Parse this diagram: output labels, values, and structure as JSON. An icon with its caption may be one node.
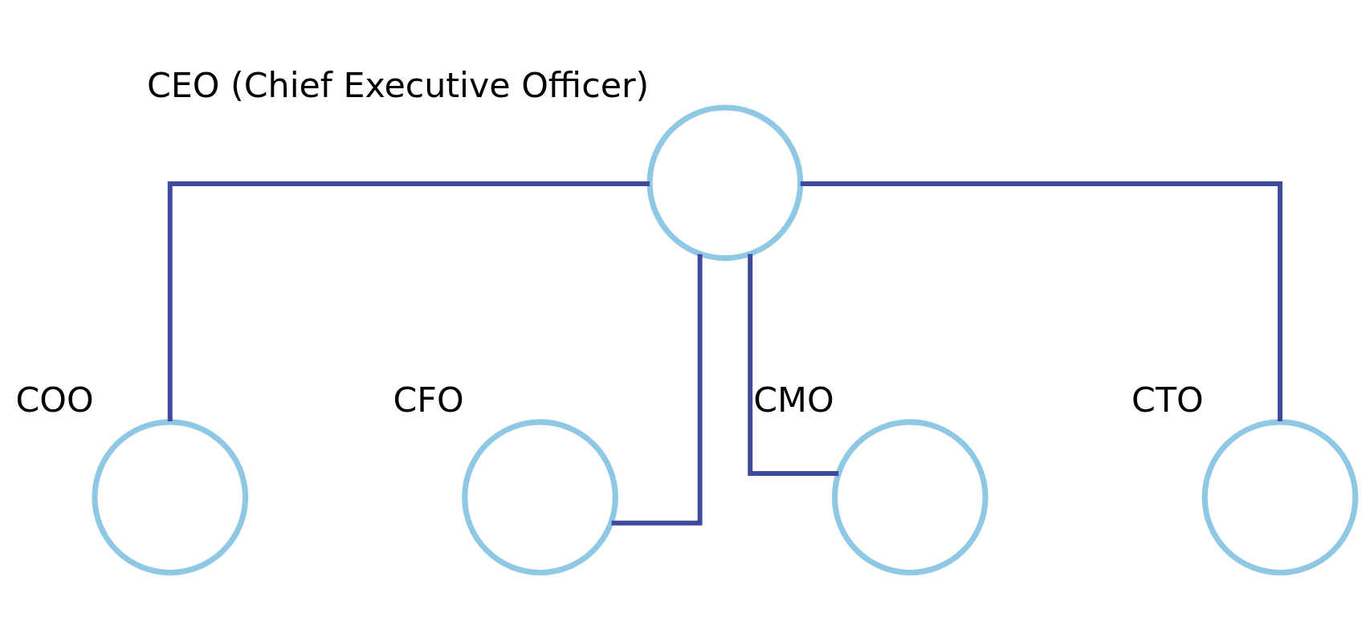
{
  "diagram": {
    "nodes": [
      {
        "text": [
          "CEO (Chief Executive Officer)"
        ]
      },
      {
        "text": [
          "COO"
        ]
      },
      {
        "text": [
          "CFO"
        ]
      },
      {
        "text": [
          "CMO"
        ]
      },
      {
        "text": [
          "CTO"
        ]
      }
    ],
    "edges": [
      {
        "from": 0,
        "to": 1,
        "arrow": "none"
      },
      {
        "from": 0,
        "to": 2,
        "arrow": "none"
      },
      {
        "from": 0,
        "to": 3,
        "arrow": "none"
      },
      {
        "from": 0,
        "to": 4,
        "arrow": "none"
      }
    ]
  }
}
